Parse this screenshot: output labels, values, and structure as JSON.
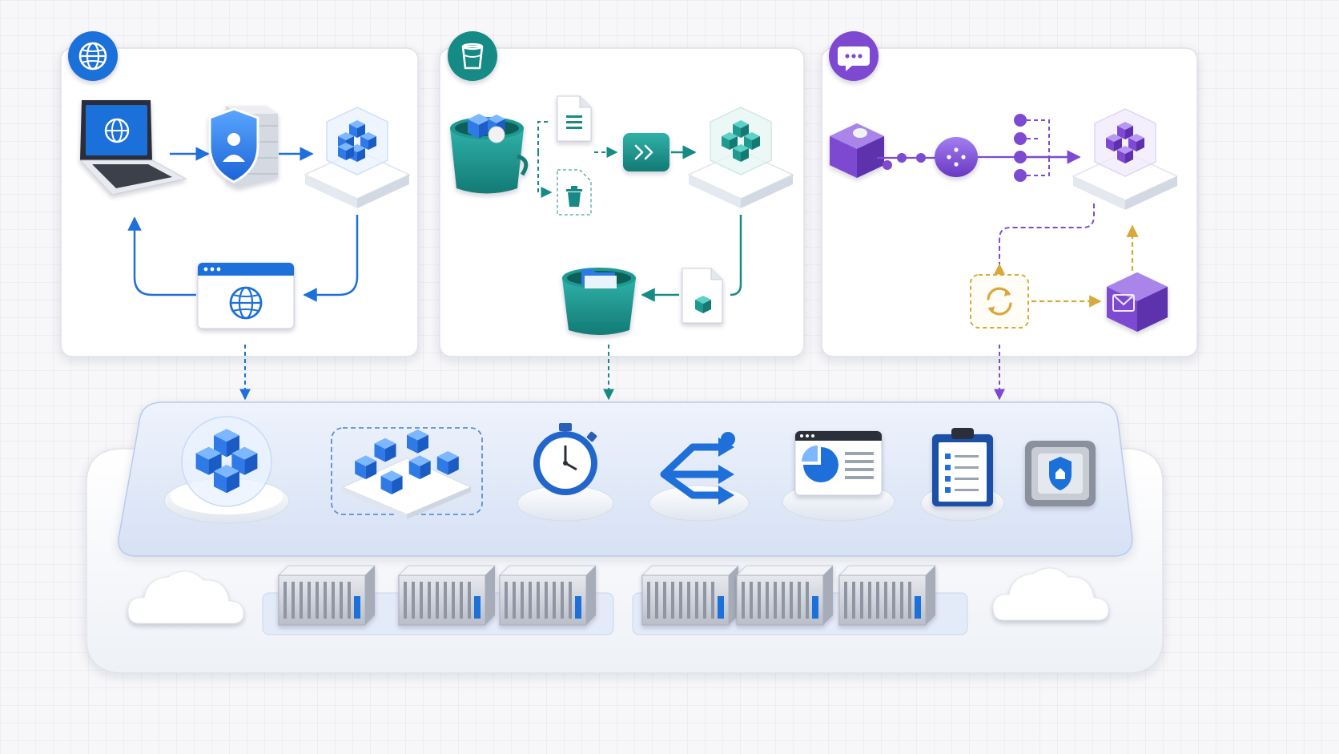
{
  "colors": {
    "web_blue": "#1e6fd9",
    "storage_teal": "#178a85",
    "messaging_purple": "#7d4ad1",
    "retry_gold": "#d9a83a",
    "panel_border": "#dde1ea",
    "platform_fill": "#e5ecf8"
  },
  "panels": [
    {
      "id": "web",
      "badge_icon": "globe-icon",
      "accent": "#1e6fd9",
      "nodes": [
        "laptop-icon",
        "firewall-shield-icon",
        "compute-cube-icon",
        "browser-window-icon"
      ]
    },
    {
      "id": "storage",
      "badge_icon": "bucket-icon",
      "accent": "#178a85",
      "nodes": [
        "bucket-icon",
        "document-icon",
        "trash-icon",
        "router-icon",
        "compute-cube-icon",
        "file-cube-icon",
        "archive-bucket-icon"
      ]
    },
    {
      "id": "messaging",
      "badge_icon": "chat-bubble-icon",
      "accent": "#7d4ad1",
      "nodes": [
        "producer-cube-icon",
        "queue-node-icon",
        "fanout-icon",
        "compute-cube-icon",
        "retry-icon",
        "dead-letter-mail-icon"
      ]
    }
  ],
  "platform": {
    "services": [
      "managed-cluster-icon",
      "container-group-icon",
      "stopwatch-icon",
      "branch-arrows-icon",
      "dashboard-icon",
      "clipboard-checklist-icon",
      "secure-vault-icon"
    ],
    "infrastructure": [
      "cloud-icon",
      "server-rack-icon",
      "cloud-icon"
    ]
  }
}
